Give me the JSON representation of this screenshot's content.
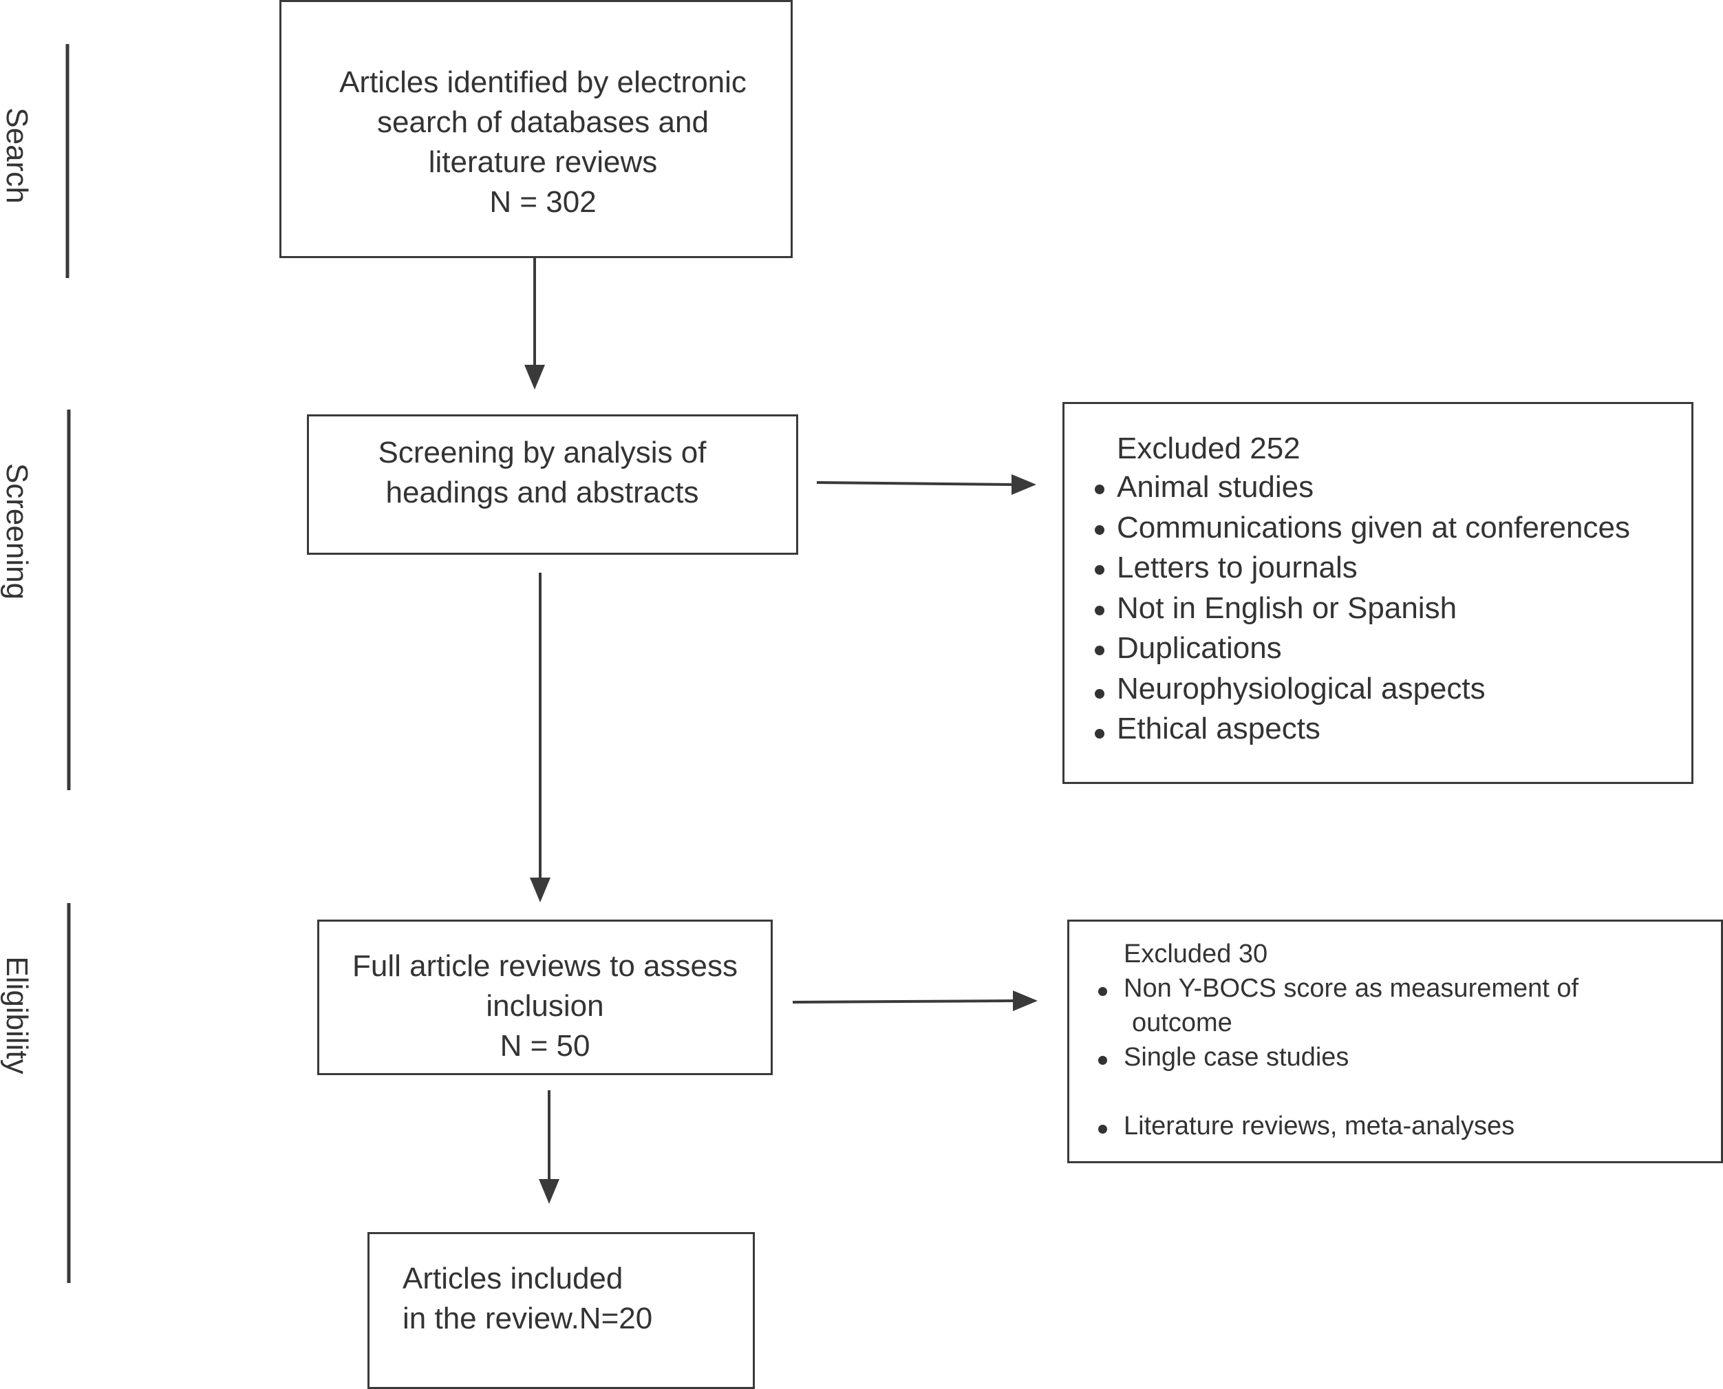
{
  "phases": {
    "search": "Search",
    "screening": "Screening",
    "eligibility": "Eligibility"
  },
  "boxes": {
    "identified": {
      "lines": [
        "Articles identified by electronic",
        "search of databases and",
        "literature reviews",
        "N = 302"
      ]
    },
    "screening": {
      "lines": [
        "Screening by analysis of",
        "headings and abstracts"
      ]
    },
    "full_review": {
      "lines": [
        "Full article reviews to assess",
        "inclusion",
        "N = 50"
      ]
    },
    "included": {
      "lines": [
        "Articles included",
        "in the review.N=20"
      ]
    }
  },
  "exclusions": {
    "screening": {
      "title": "Excluded 252",
      "items": [
        "Animal studies",
        "Communications given at conferences",
        "Letters to journals",
        "Not in English or Spanish",
        "Duplications",
        "Neurophysiological aspects",
        "Ethical aspects"
      ]
    },
    "eligibility": {
      "title": "Excluded 30",
      "items": [
        "Non Y-BOCS score as measurement of",
        "outcome",
        "Single case studies",
        "Literature reviews, meta-analyses"
      ]
    }
  }
}
